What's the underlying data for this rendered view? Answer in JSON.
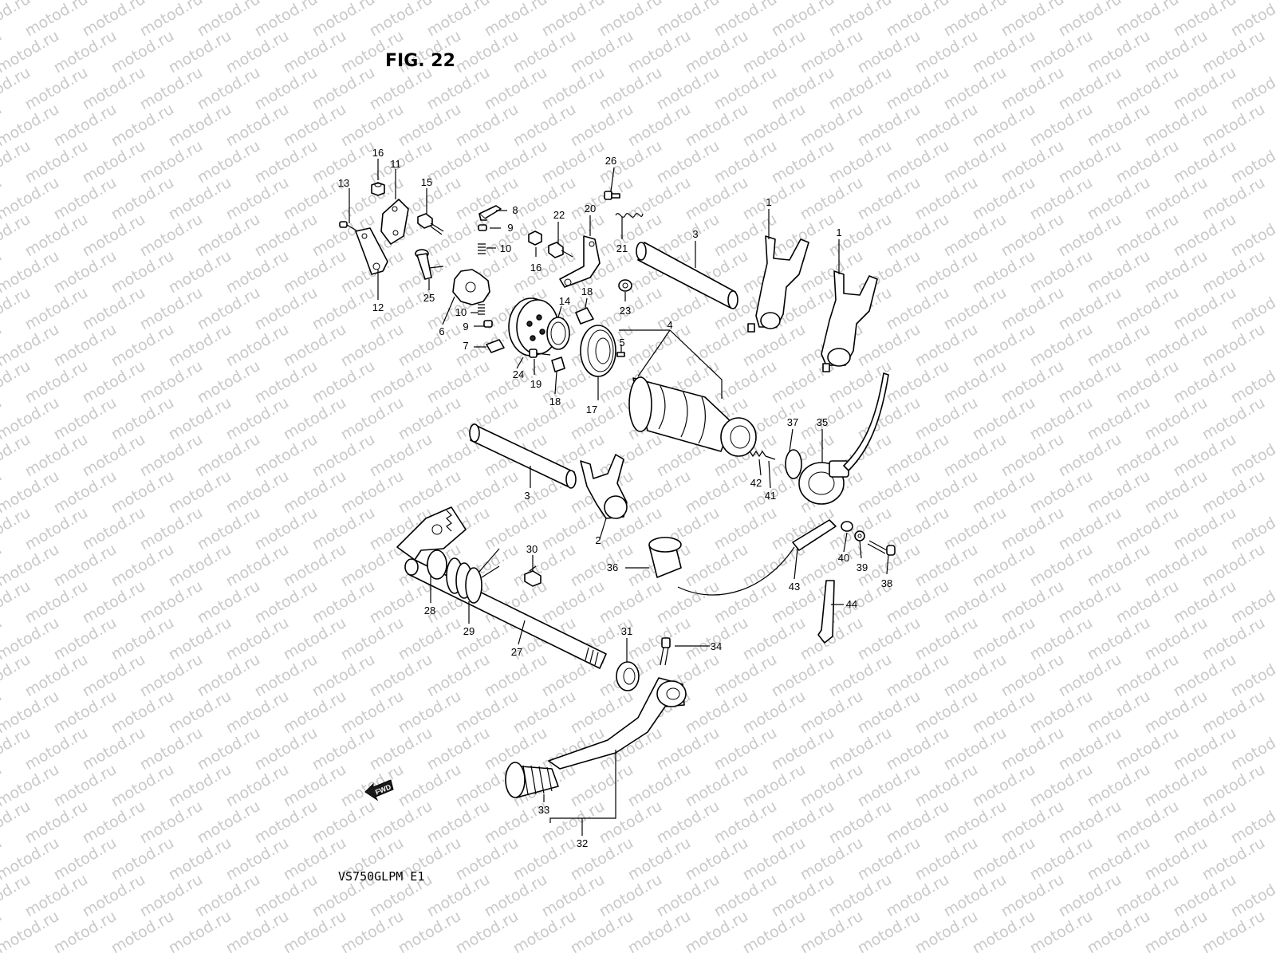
{
  "figure_title": "FIG. 22",
  "model_code": "VS750GLPM  E1",
  "watermark_text": "motod.ru",
  "forward_label": "FWD",
  "part_labels": [
    {
      "id": "l1a",
      "text": "1"
    },
    {
      "id": "l1b",
      "text": "1"
    },
    {
      "id": "l2",
      "text": "2"
    },
    {
      "id": "l3a",
      "text": "3"
    },
    {
      "id": "l3b",
      "text": "3"
    },
    {
      "id": "l4",
      "text": "4"
    },
    {
      "id": "l5",
      "text": "5"
    },
    {
      "id": "l6",
      "text": "6"
    },
    {
      "id": "l7",
      "text": "7"
    },
    {
      "id": "l8",
      "text": "8"
    },
    {
      "id": "l9a",
      "text": "9"
    },
    {
      "id": "l9b",
      "text": "9"
    },
    {
      "id": "l10a",
      "text": "10"
    },
    {
      "id": "l10b",
      "text": "10"
    },
    {
      "id": "l11",
      "text": "11"
    },
    {
      "id": "l12",
      "text": "12"
    },
    {
      "id": "l13",
      "text": "13"
    },
    {
      "id": "l14",
      "text": "14"
    },
    {
      "id": "l15",
      "text": "15"
    },
    {
      "id": "l16a",
      "text": "16"
    },
    {
      "id": "l16b",
      "text": "16"
    },
    {
      "id": "l17",
      "text": "17"
    },
    {
      "id": "l18a",
      "text": "18"
    },
    {
      "id": "l18b",
      "text": "18"
    },
    {
      "id": "l19",
      "text": "19"
    },
    {
      "id": "l20",
      "text": "20"
    },
    {
      "id": "l21",
      "text": "21"
    },
    {
      "id": "l22",
      "text": "22"
    },
    {
      "id": "l23",
      "text": "23"
    },
    {
      "id": "l24",
      "text": "24"
    },
    {
      "id": "l25",
      "text": "25"
    },
    {
      "id": "l26",
      "text": "26"
    },
    {
      "id": "l27",
      "text": "27"
    },
    {
      "id": "l28",
      "text": "28"
    },
    {
      "id": "l29",
      "text": "29"
    },
    {
      "id": "l30",
      "text": "30"
    },
    {
      "id": "l31",
      "text": "31"
    },
    {
      "id": "l32",
      "text": "32"
    },
    {
      "id": "l33",
      "text": "33"
    },
    {
      "id": "l34",
      "text": "34"
    },
    {
      "id": "l35",
      "text": "35"
    },
    {
      "id": "l36",
      "text": "36"
    },
    {
      "id": "l37",
      "text": "37"
    },
    {
      "id": "l38",
      "text": "38"
    },
    {
      "id": "l39",
      "text": "39"
    },
    {
      "id": "l40",
      "text": "40"
    },
    {
      "id": "l41",
      "text": "41"
    },
    {
      "id": "l42",
      "text": "42"
    },
    {
      "id": "l43",
      "text": "43"
    },
    {
      "id": "l44",
      "text": "44"
    }
  ]
}
